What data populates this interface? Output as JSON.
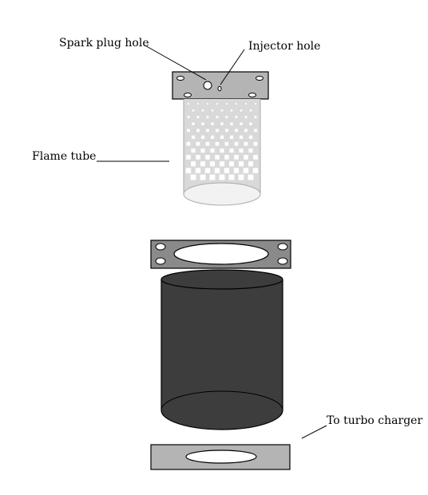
{
  "labels": {
    "spark_plug_hole": "Spark plug hole",
    "injector_hole": "Injector hole",
    "flame_tube": "Flame tube",
    "to_turbo_charger": "To turbo charger"
  },
  "colors": {
    "plate_fill": "#b4b4b4",
    "outer_can_fill": "#3d3d3d",
    "flame_tube_fill": "#d9d9d9",
    "perforation_fill": "#ffffff",
    "outline": "#000000"
  }
}
